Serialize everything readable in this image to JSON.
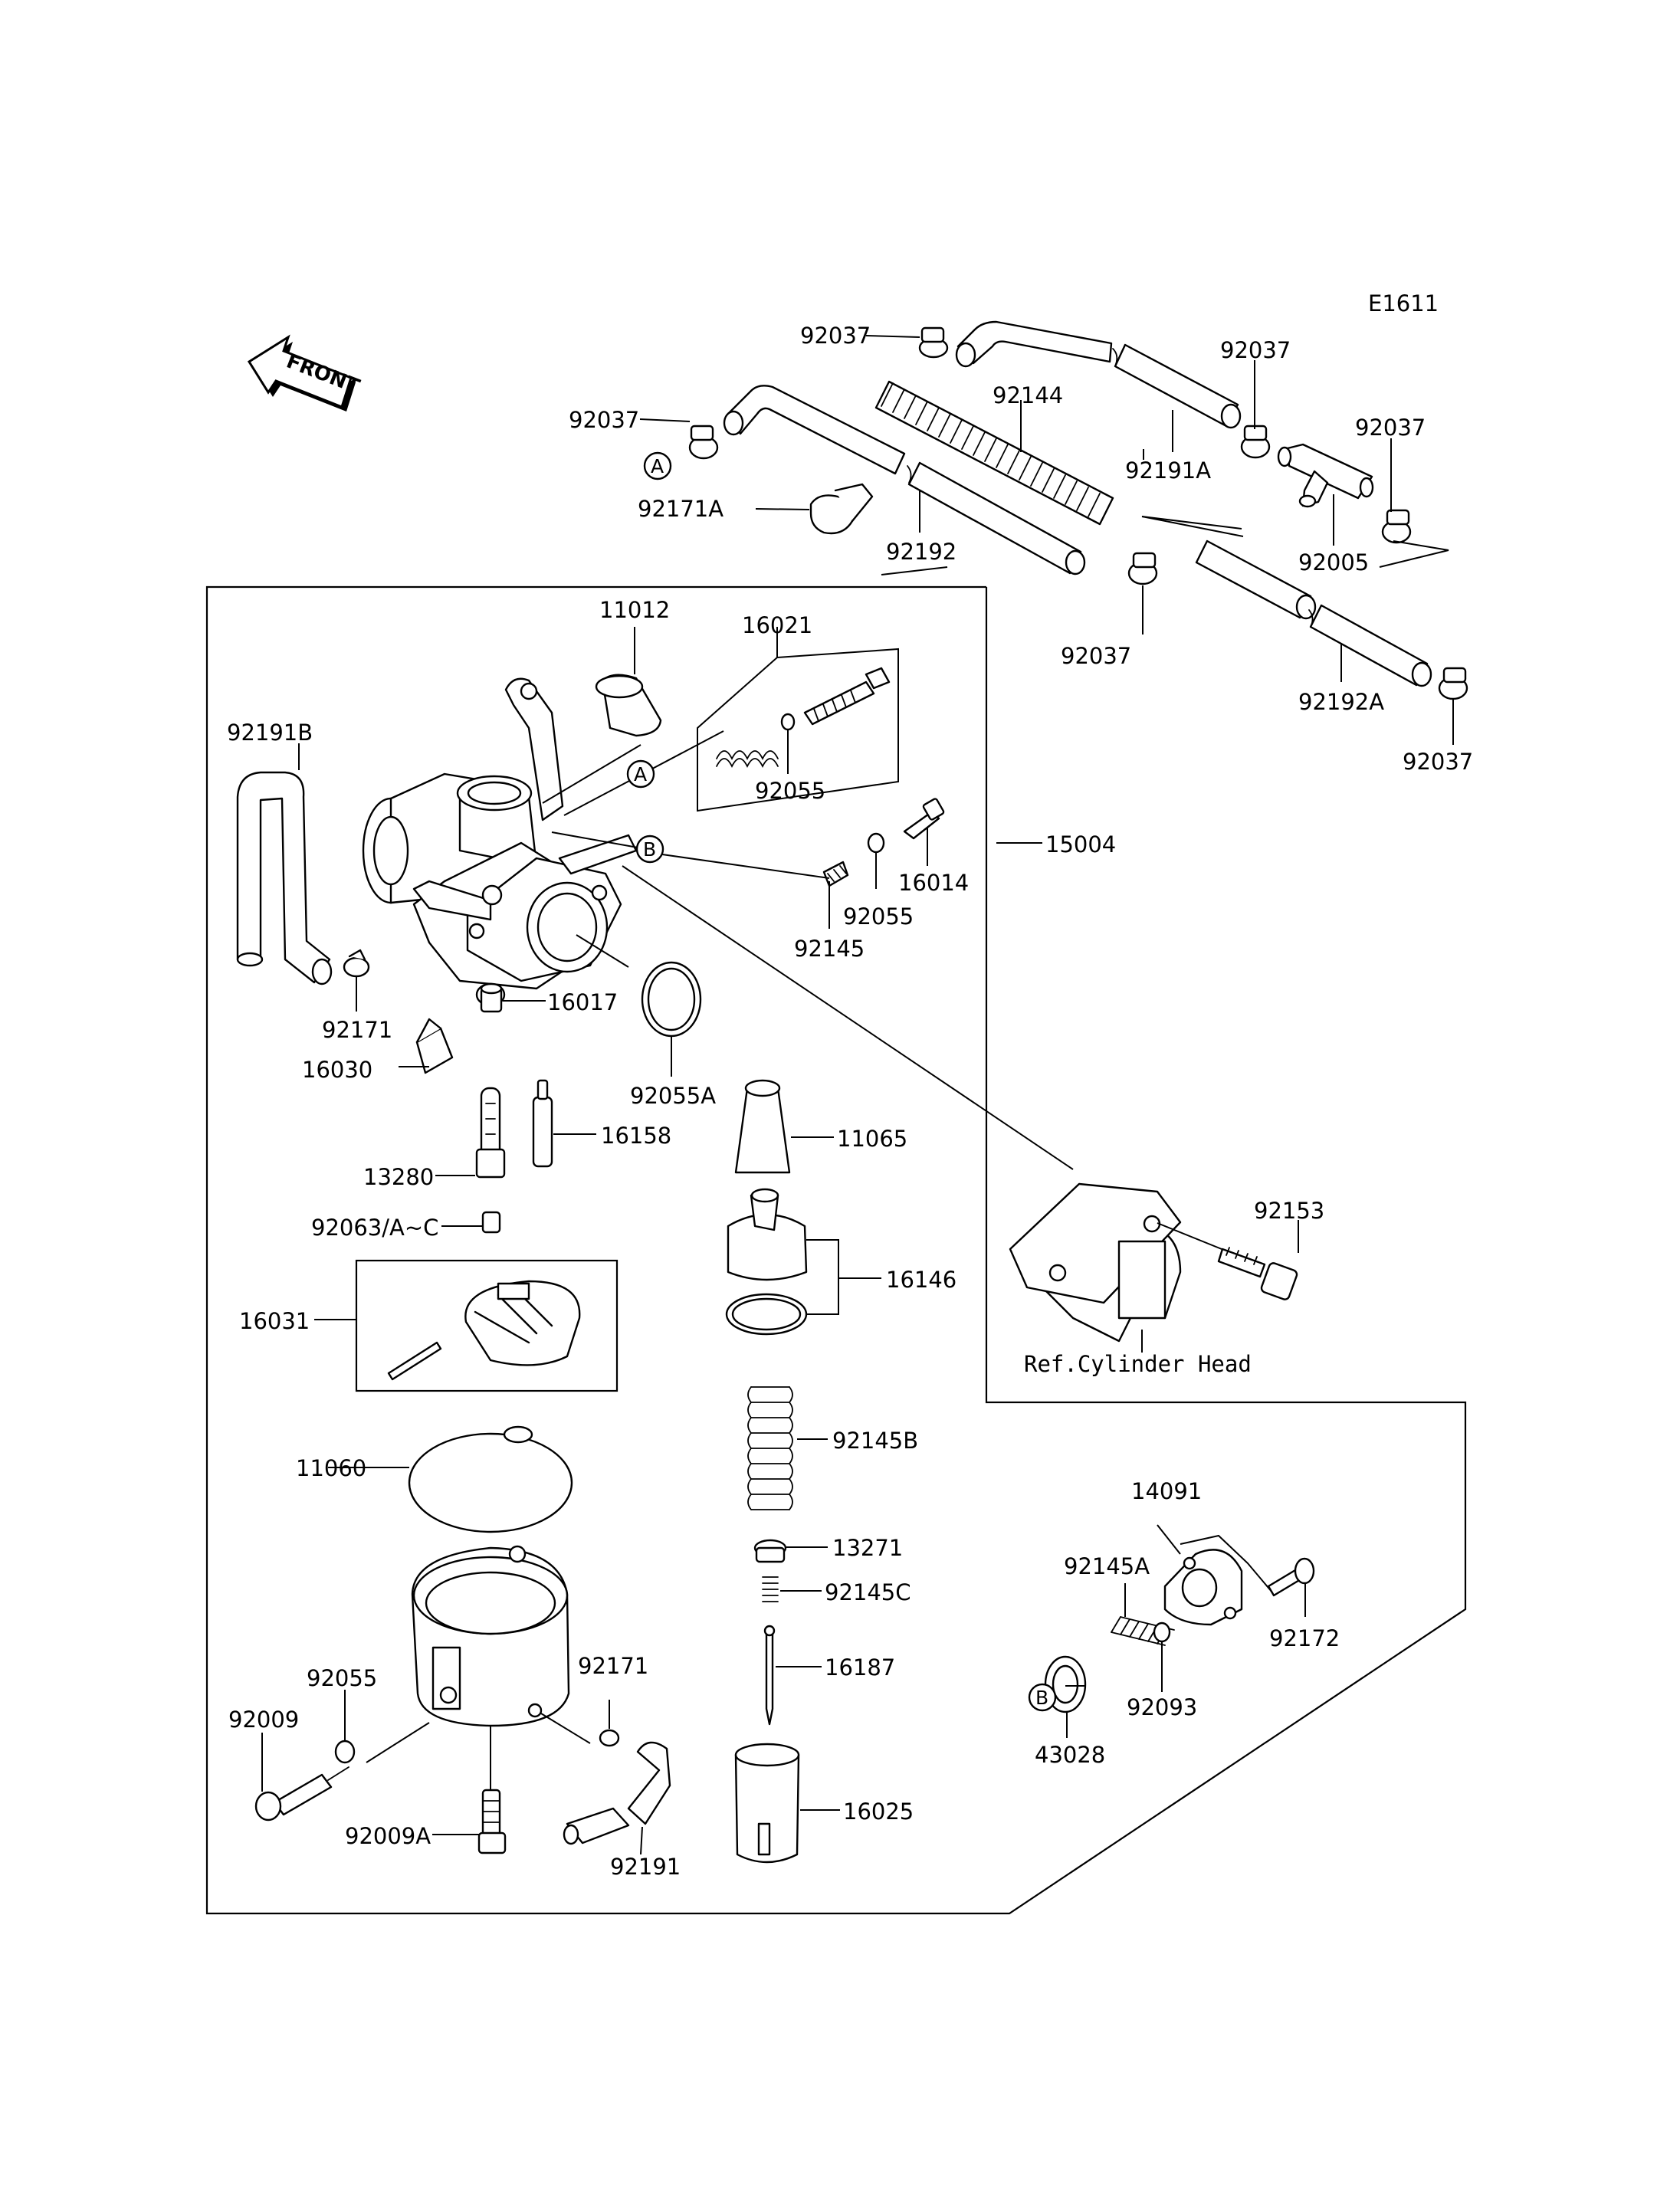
{
  "diagram_id": "E1611",
  "front_label": "FRONT",
  "reference_text": "Ref.Cylinder Head",
  "callouts": {
    "a": "A",
    "b": "B"
  },
  "parts": {
    "p92037_1": "92037",
    "p92037_2": "92037",
    "p92037_3": "92037",
    "p92037_4": "92037",
    "p92037_5": "92037",
    "p92037_6": "92037",
    "p92144": "92144",
    "p92191A": "92191A",
    "p92171A": "92171A",
    "p92192": "92192",
    "p92005": "92005",
    "p92192A": "92192A",
    "p11012": "11012",
    "p16021": "16021",
    "p92055_1": "92055",
    "p92191B": "92191B",
    "p15004": "15004",
    "p16014": "16014",
    "p92055_2": "92055",
    "p92145": "92145",
    "p92171_1": "92171",
    "p16017": "16017",
    "p16030": "16030",
    "p92055A": "92055A",
    "p16158": "16158",
    "p11065": "11065",
    "p13280": "13280",
    "p92063": "92063/A~C",
    "p92153": "92153",
    "p16146": "16146",
    "p16031": "16031",
    "p11060": "11060",
    "p92145B": "92145B",
    "p14091": "14091",
    "p13271": "13271",
    "p92145A": "92145A",
    "p92145C": "92145C",
    "p92172": "92172",
    "p16187": "16187",
    "p92171_2": "92171",
    "p92055_3": "92055",
    "p92093": "92093",
    "p92009": "92009",
    "p43028": "43028",
    "p16025": "16025",
    "p92009A": "92009A",
    "p92191": "92191"
  }
}
